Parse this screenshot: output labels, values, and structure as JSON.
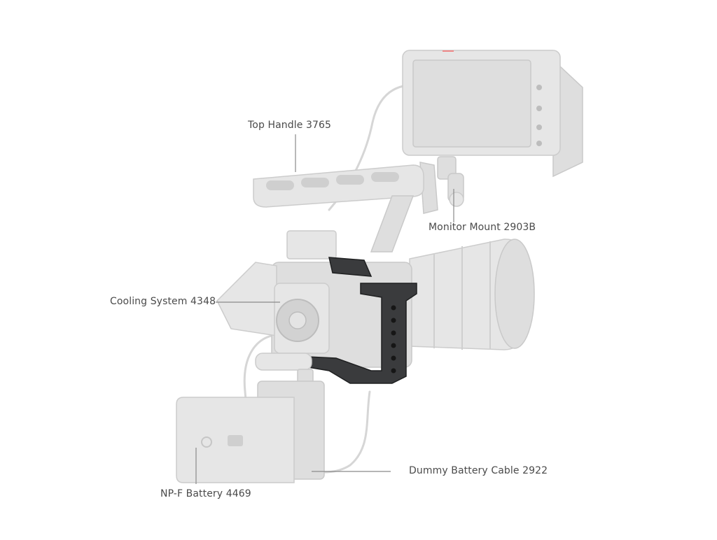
{
  "labels": {
    "top_handle": "Top Handle 3765",
    "monitor_mount": "Monitor Mount 2903B",
    "cooling_system": "Cooling System  4348",
    "dummy_battery_cable": "Dummy Battery Cable 2922",
    "npf_battery": "NP-F Battery 4469"
  },
  "colors": {
    "label_text": "#4a4a4a",
    "accessory_ghost": "#dedede",
    "cage": "#3a3b3d"
  }
}
